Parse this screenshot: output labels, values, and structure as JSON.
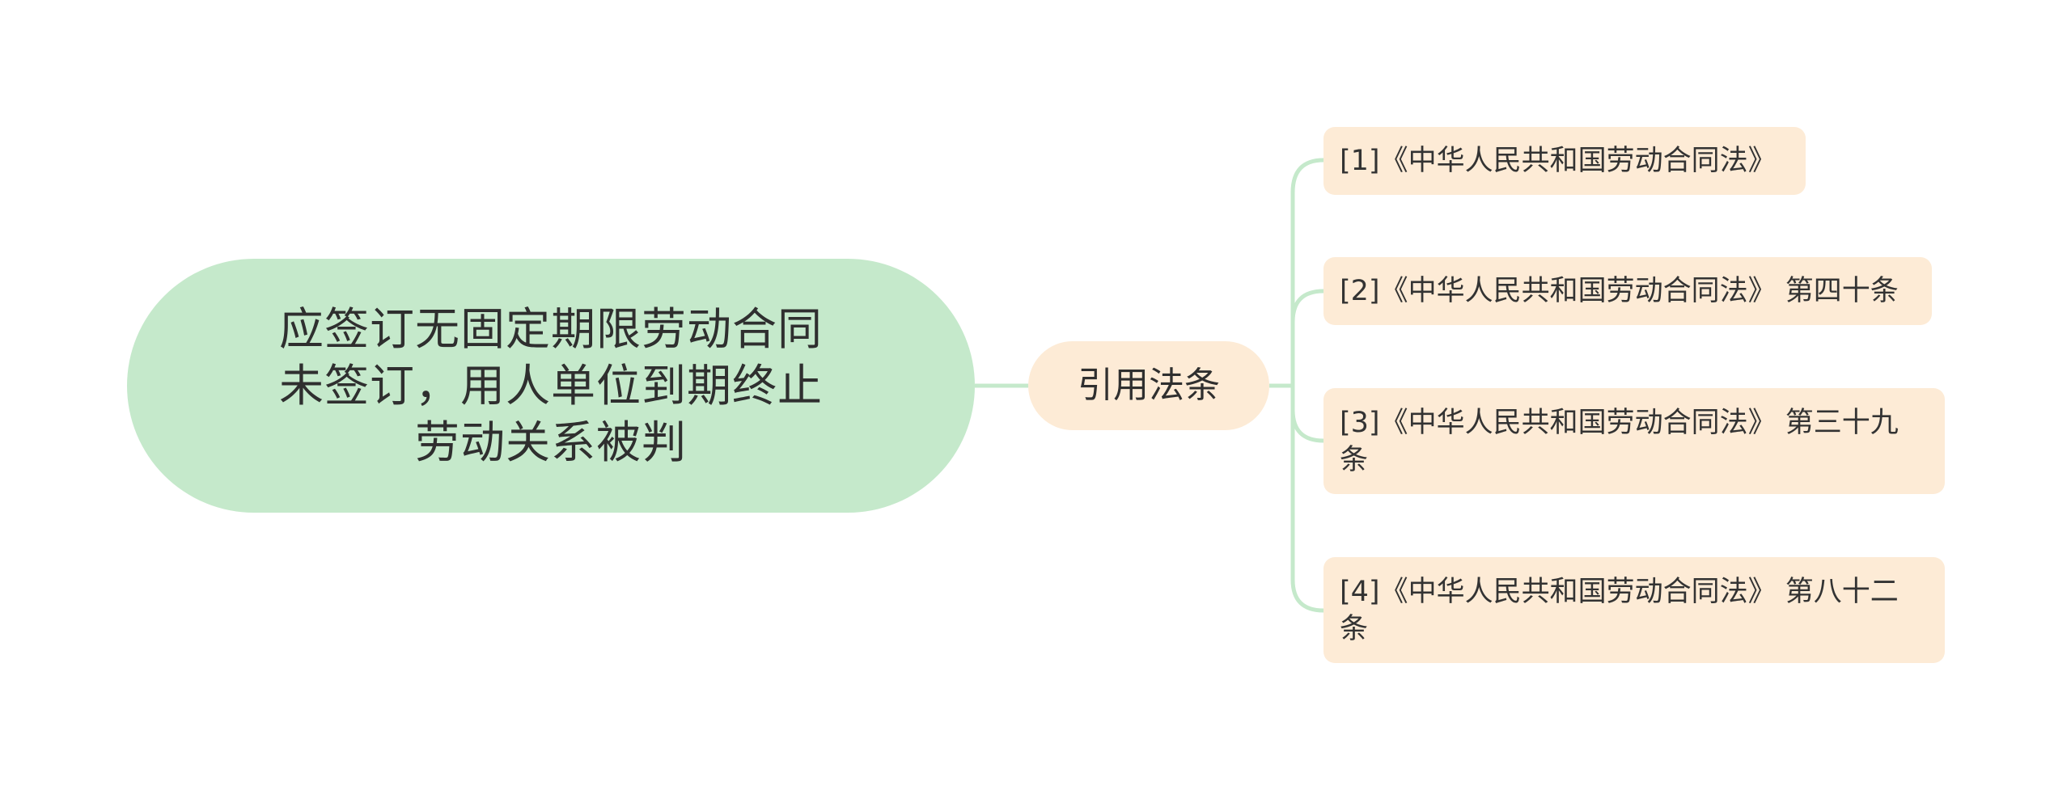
{
  "root": {
    "text": "应签订无固定期限劳动合同未签订，用人单位到期终止劳动关系被判"
  },
  "branch": {
    "text": "引用法条"
  },
  "leaves": [
    {
      "text": "[1]《中华人民共和国劳动合同法》"
    },
    {
      "text": "[2]《中华人民共和国劳动合同法》 第四十条"
    },
    {
      "text": "[3]《中华人民共和国劳动合同法》 第三十九条"
    },
    {
      "text": "[4]《中华人民共和国劳动合同法》 第八十二条"
    }
  ],
  "colors": {
    "root_fill": "#c5e9cb",
    "node_fill": "#fdebd6",
    "connector": "#c5e9cb",
    "text": "#2f2f2f"
  }
}
